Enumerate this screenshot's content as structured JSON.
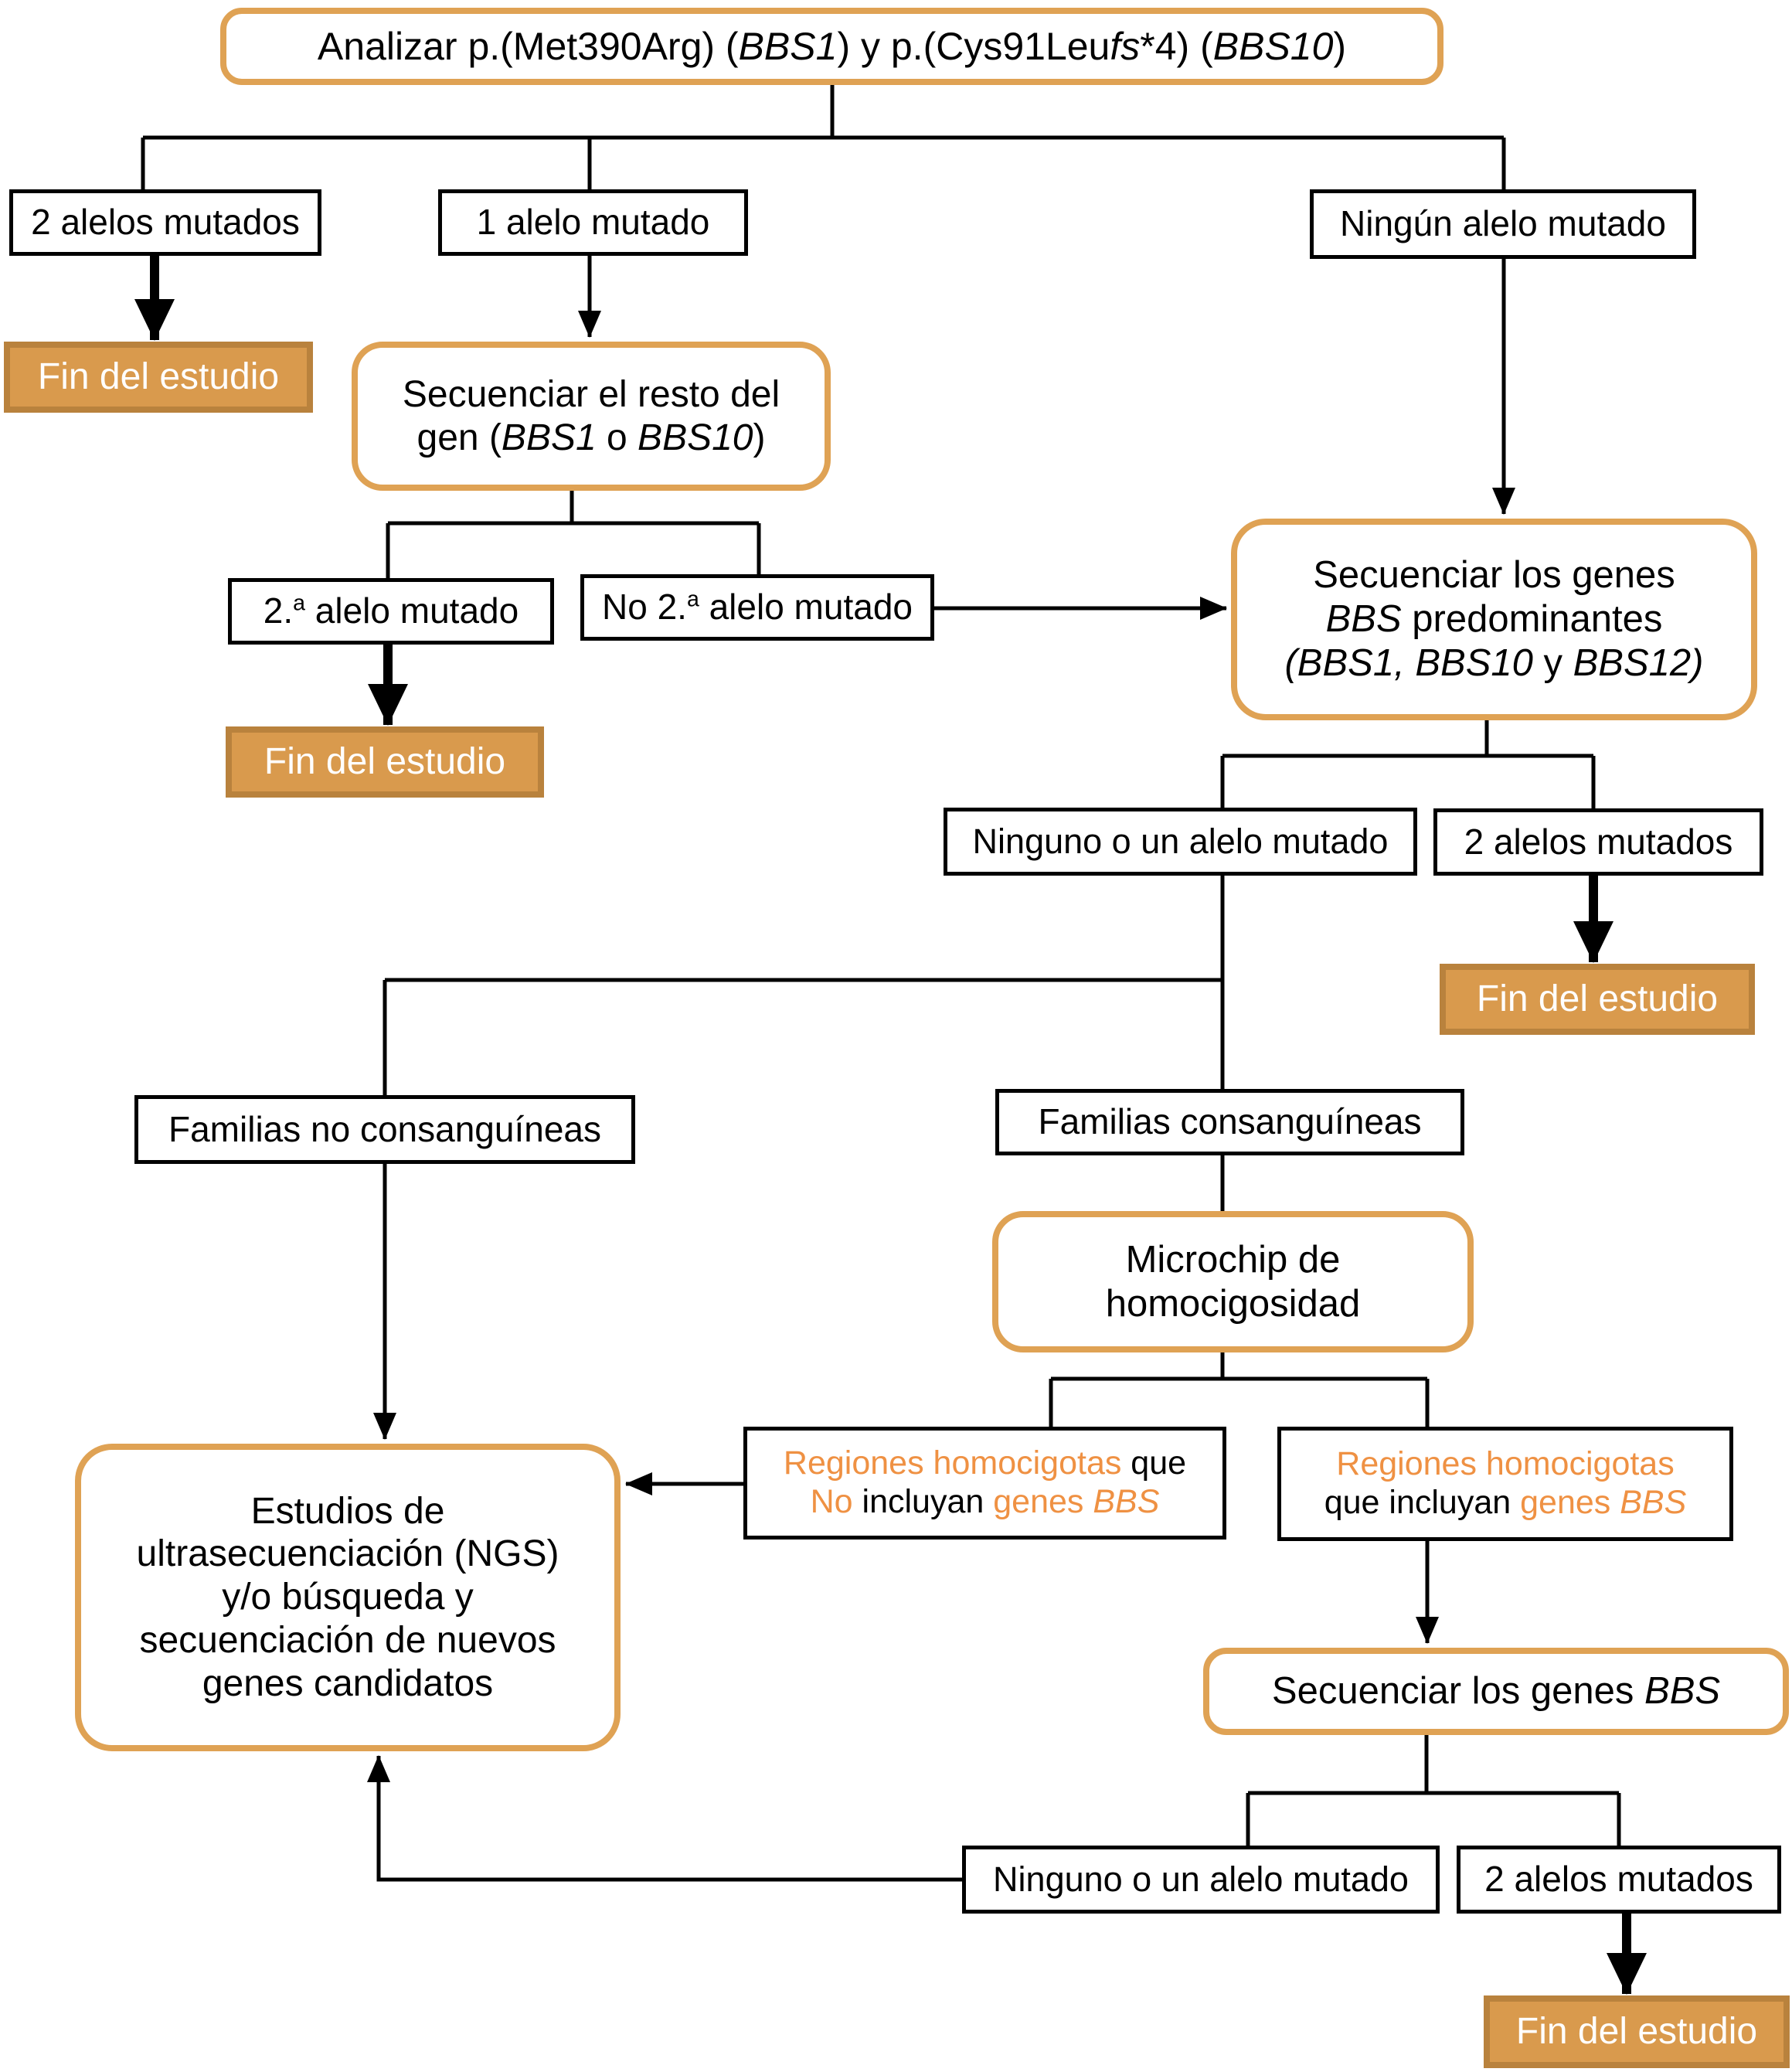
{
  "colors": {
    "box_border_orange": "#dfa254",
    "fin_fill": "#d99a4d",
    "fin_border": "#b9823d",
    "fin_text": "#ffffff",
    "orange_text": "#ef9143",
    "line_color": "#000000"
  },
  "nodes": {
    "analizar": {
      "segments": [
        {
          "t": "Analizar p.(Met390Arg) ("
        },
        {
          "t": "BBS1",
          "i": true
        },
        {
          "t": ") y p.(Cys91Leu"
        },
        {
          "t": "fs",
          "i": true
        },
        {
          "t": "*4) ("
        },
        {
          "t": "BBS10",
          "i": true
        },
        {
          "t": ")"
        }
      ]
    },
    "dos_alelos_1": {
      "text": "2 alelos mutados"
    },
    "un_alelo": {
      "text": "1 alelo mutado"
    },
    "ningun_alelo": {
      "text": "Ningún alelo mutado"
    },
    "fin_1": {
      "text": "Fin del estudio"
    },
    "fin_2": {
      "text": "Fin del estudio"
    },
    "fin_3": {
      "text": "Fin del estudio"
    },
    "fin_4": {
      "text": "Fin del estudio"
    },
    "secuenciar_resto": {
      "segments": [
        {
          "t": "Secuenciar el resto del"
        },
        {
          "br": true
        },
        {
          "t": "gen ("
        },
        {
          "t": "BBS1",
          "i": true
        },
        {
          "t": " o "
        },
        {
          "t": "BBS10",
          "i": true
        },
        {
          "t": ")"
        }
      ]
    },
    "segundo_alelo": {
      "segments": [
        {
          "t": "2."
        },
        {
          "t": "a",
          "sup": true
        },
        {
          "t": " alelo mutado"
        }
      ]
    },
    "no_segundo_alelo": {
      "segments": [
        {
          "t": "No 2."
        },
        {
          "t": "a",
          "sup": true
        },
        {
          "t": " alelo mutado"
        }
      ]
    },
    "secuenciar_predominantes": {
      "segments": [
        {
          "t": "Secuenciar los genes"
        },
        {
          "br": true
        },
        {
          "t": "BBS",
          "i": true
        },
        {
          "t": " predominantes"
        },
        {
          "br": true
        },
        {
          "t": "(BBS1, BBS10",
          "i": true
        },
        {
          "t": " y "
        },
        {
          "t": "BBS12)",
          "i": true
        }
      ]
    },
    "ninguno_un_alelo_1": {
      "text": "Ninguno o un alelo mutado"
    },
    "dos_alelos_2": {
      "text": "2 alelos mutados"
    },
    "familias_no_consanguineas": {
      "text": "Familias no consanguíneas"
    },
    "familias_consanguineas": {
      "text": "Familias consanguíneas"
    },
    "microchip": {
      "segments": [
        {
          "t": "Microchip de"
        },
        {
          "br": true
        },
        {
          "t": "homocigosidad"
        }
      ]
    },
    "regiones_no_bbs": {
      "segments": [
        {
          "t": "Regiones homocigotas",
          "c": "orange"
        },
        {
          "t": " que"
        },
        {
          "br": true
        },
        {
          "t": "No",
          "c": "orange"
        },
        {
          "t": " incluyan "
        },
        {
          "t": "genes ",
          "c": "orange"
        },
        {
          "t": "BBS",
          "c": "orange",
          "i": true
        }
      ]
    },
    "regiones_con_bbs": {
      "segments": [
        {
          "t": "Regiones homocigotas",
          "c": "orange"
        },
        {
          "br": true
        },
        {
          "t": "que incluyan "
        },
        {
          "t": "genes ",
          "c": "orange"
        },
        {
          "t": "BBS",
          "c": "orange",
          "i": true
        }
      ]
    },
    "estudios_ngs": {
      "segments": [
        {
          "t": "Estudios de"
        },
        {
          "br": true
        },
        {
          "t": "ultrasecuenciación (NGS)"
        },
        {
          "br": true
        },
        {
          "t": "y/o búsqueda y"
        },
        {
          "br": true
        },
        {
          "t": "secuenciación de nuevos"
        },
        {
          "br": true
        },
        {
          "t": "genes candidatos"
        }
      ]
    },
    "secuenciar_bbs": {
      "segments": [
        {
          "t": "Secuenciar los genes "
        },
        {
          "t": "BBS",
          "i": true
        }
      ]
    },
    "ninguno_un_alelo_2": {
      "text": "Ninguno o un alelo mutado"
    },
    "dos_alelos_3": {
      "text": "2 alelos mutados"
    }
  }
}
